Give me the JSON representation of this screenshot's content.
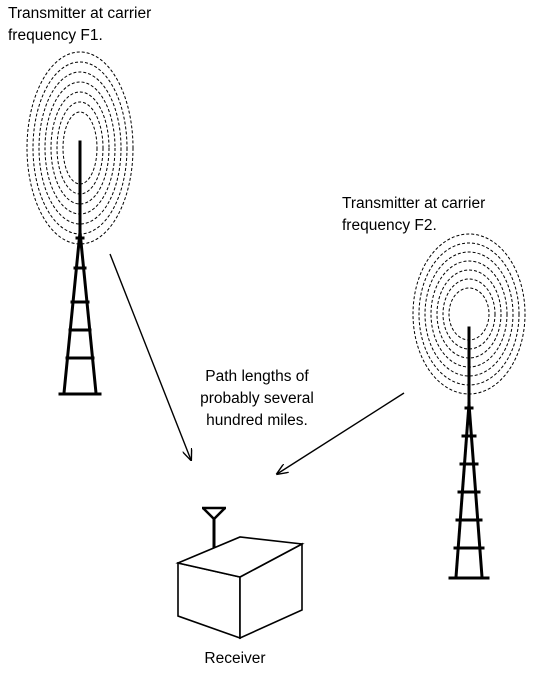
{
  "transmitter_1": {
    "caption_line1": "Transmitter at carrier",
    "caption_line2": "frequency F1."
  },
  "transmitter_2": {
    "caption_line1": "Transmitter at carrier",
    "caption_line2": "frequency F2."
  },
  "path_note": {
    "line1": "Path lengths of",
    "line2": "probably several",
    "line3": "hundred miles."
  },
  "receiver": {
    "label": "Receiver"
  },
  "colors": {
    "ink": "#000000",
    "background": "#ffffff"
  }
}
